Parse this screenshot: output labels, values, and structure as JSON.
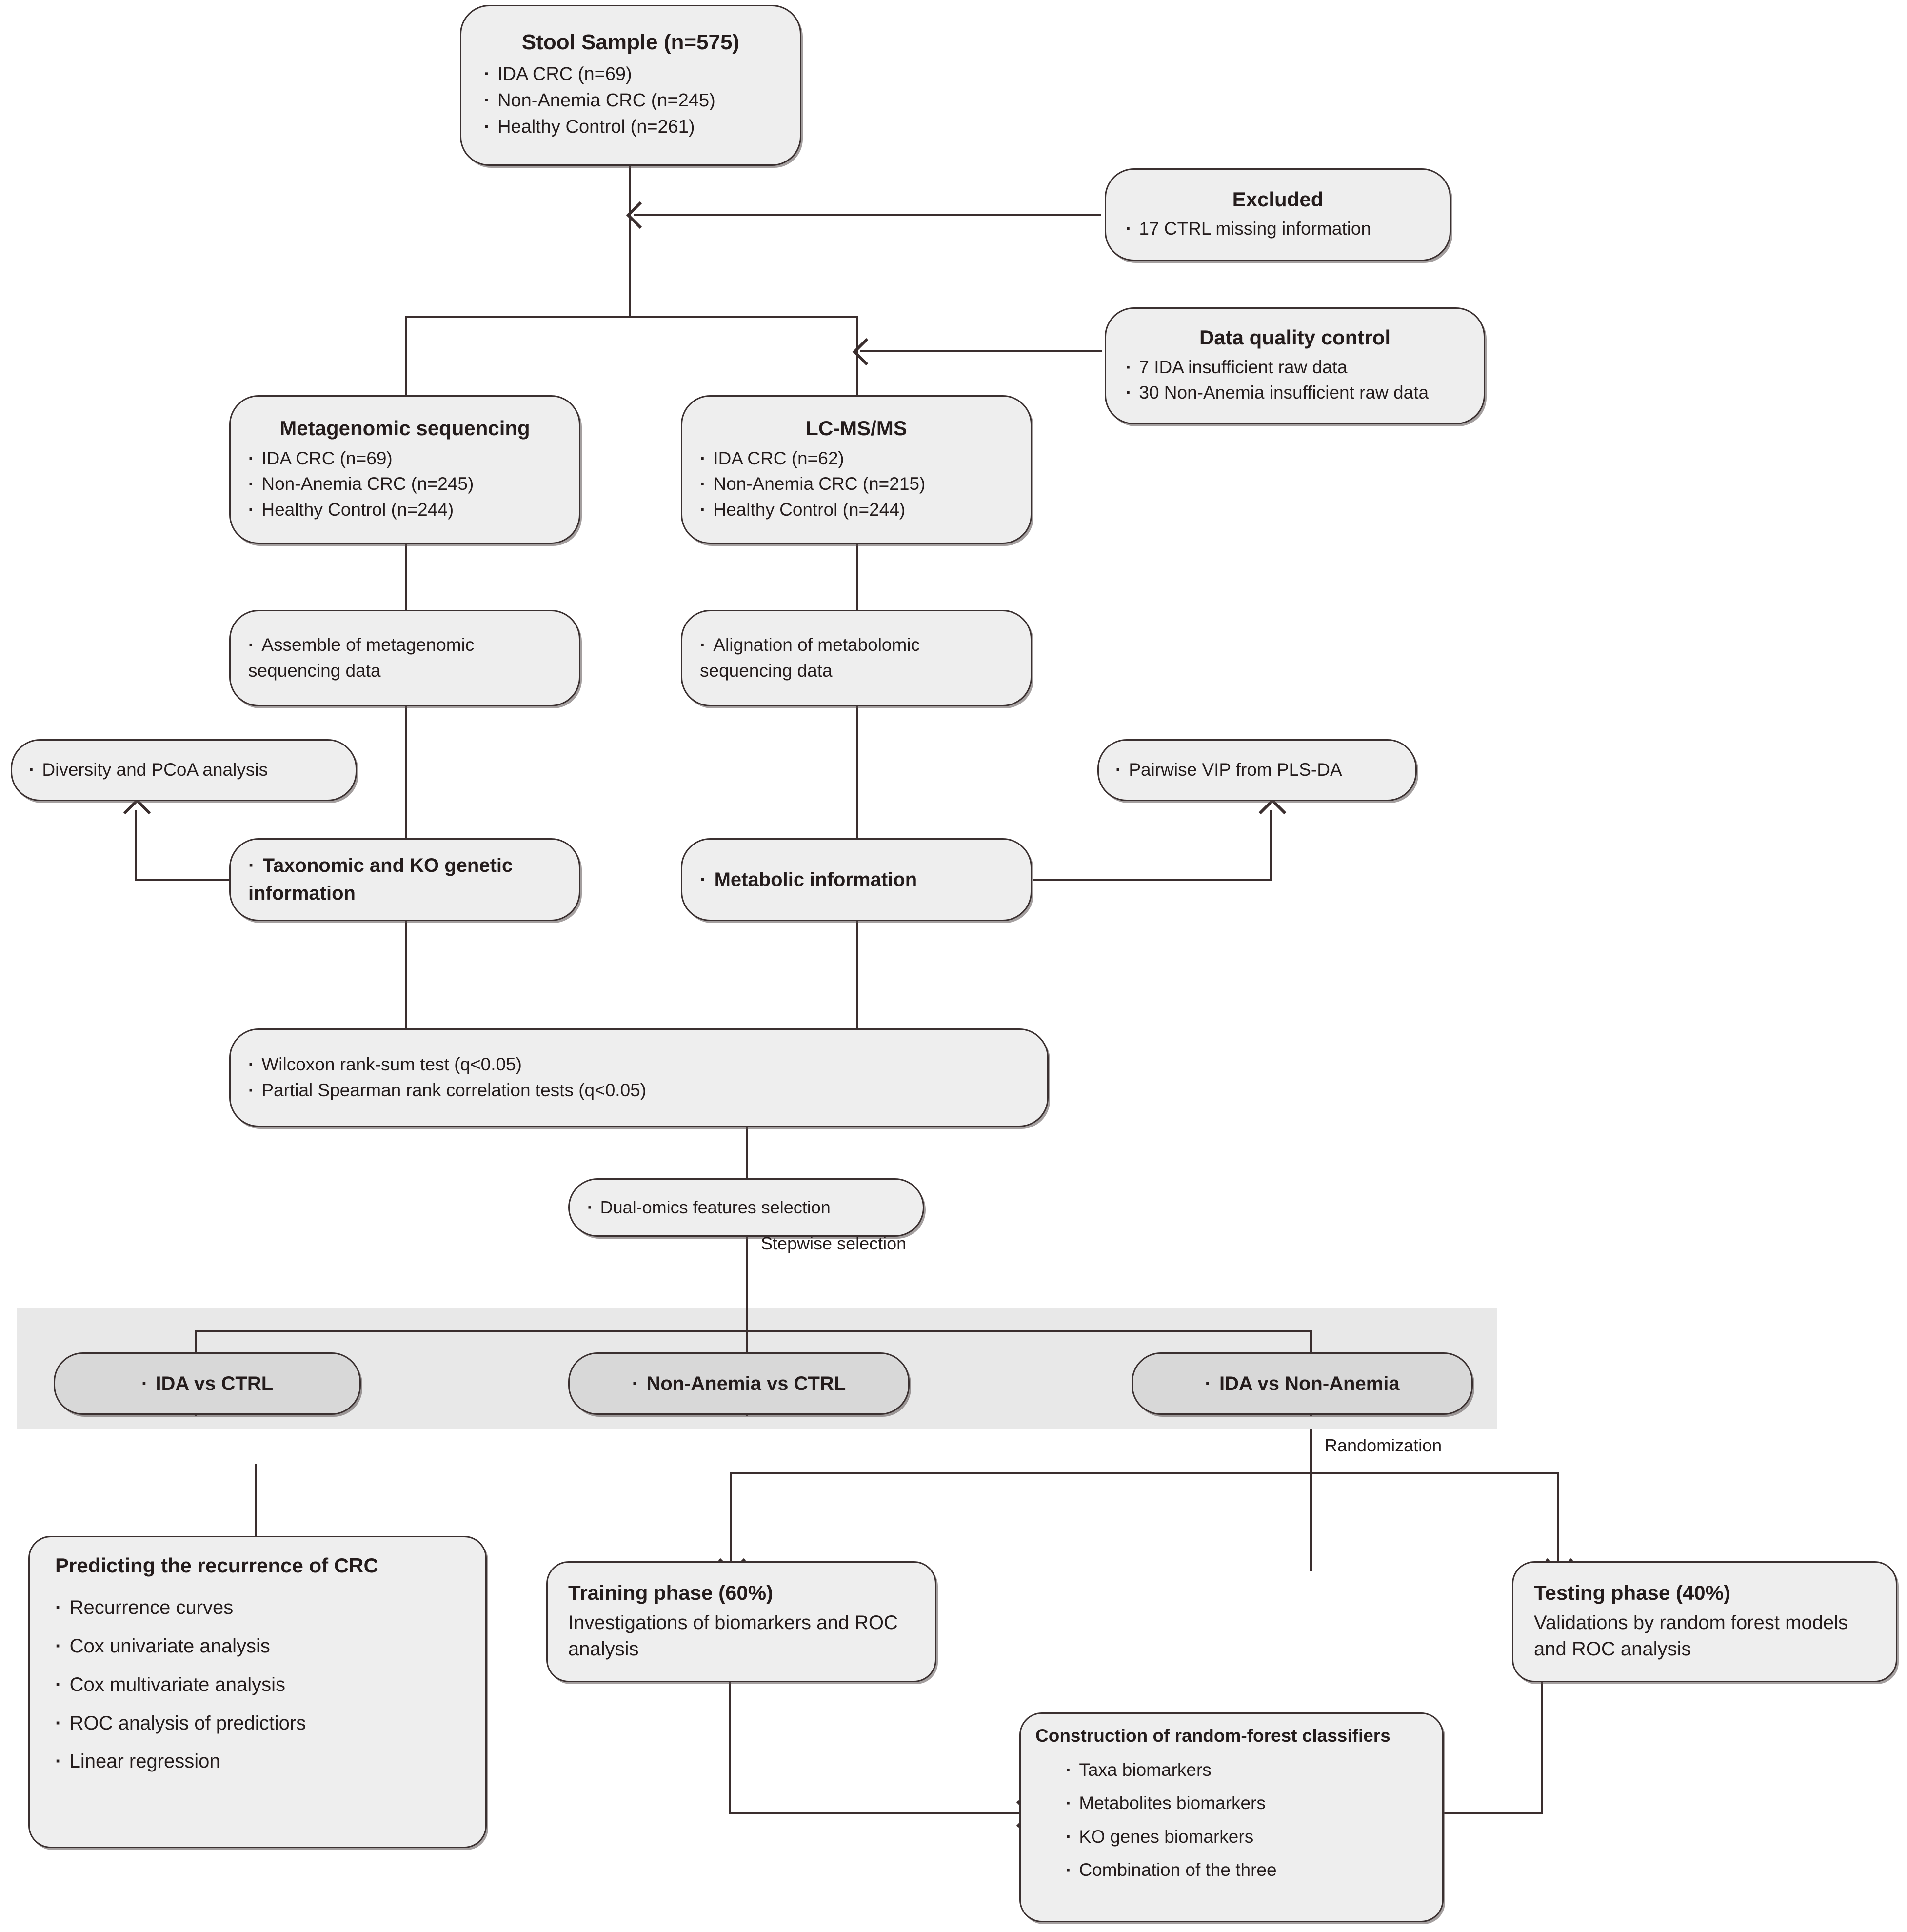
{
  "nodes": {
    "stool": {
      "title": "Stool Sample (n=575)",
      "items": [
        "IDA CRC (n=69)",
        "Non-Anemia CRC (n=245)",
        "Healthy Control (n=261)"
      ]
    },
    "excluded": {
      "title": "Excluded",
      "items": [
        "17 CTRL missing information"
      ]
    },
    "qc": {
      "title": "Data quality control",
      "items": [
        "7 IDA insufficient raw data",
        "30 Non-Anemia insufficient raw data"
      ]
    },
    "metagenomic": {
      "title": "Metagenomic sequencing",
      "items": [
        "IDA CRC (n=69)",
        "Non-Anemia CRC (n=245)",
        "Healthy Control (n=244)"
      ]
    },
    "lcms": {
      "title": "LC-MS/MS",
      "items": [
        "IDA CRC (n=62)",
        "Non-Anemia CRC (n=215)",
        "Healthy Control (n=244)"
      ]
    },
    "assemble": {
      "items": [
        "Assemble of metagenomic sequencing data"
      ]
    },
    "alignation": {
      "items": [
        "Alignation of metabolomic sequencing data"
      ]
    },
    "diversity": {
      "items": [
        "Diversity and PCoA analysis"
      ]
    },
    "vip": {
      "items": [
        "Pairwise VIP from PLS-DA"
      ]
    },
    "taxonomic": {
      "items": [
        "Taxonomic and KO genetic information"
      ]
    },
    "metabolic": {
      "items": [
        "Metabolic information"
      ]
    },
    "stats": {
      "items": [
        "Wilcoxon rank-sum test (q<0.05)",
        "Partial Spearman rank correlation tests  (q<0.05)"
      ]
    },
    "dualomics": {
      "items": [
        "Dual-omics features selection"
      ]
    },
    "cmp_ida_ctrl": {
      "items": [
        "IDA vs CTRL"
      ]
    },
    "cmp_nonanemia_ctrl": {
      "items": [
        "Non-Anemia vs CTRL"
      ]
    },
    "cmp_ida_nonanemia": {
      "items": [
        "IDA vs Non-Anemia"
      ]
    },
    "recurrence": {
      "title": "Predicting the recurrence of CRC",
      "items": [
        "Recurrence curves",
        "Cox univariate analysis",
        "Cox multivariate analysis",
        "ROC analysis of predictiors",
        "Linear regression"
      ]
    },
    "training": {
      "title": "Training phase (60%)",
      "body": "Investigations of biomarkers and ROC analysis"
    },
    "testing": {
      "title": "Testing phase (40%)",
      "body": "Validations by random forest models and ROC analysis"
    },
    "classifiers": {
      "title": "Construction of random-forest classifiers",
      "items": [
        "Taxa biomarkers",
        "Metabolites biomarkers",
        "KO genes biomarkers",
        "Combination of the three"
      ]
    }
  },
  "edge_labels": {
    "stepwise": "Stepwise selection",
    "randomization": "Randomization"
  },
  "colors": {
    "node_fill": "#eeeeee",
    "node_fill_gray": "#d8d8d8",
    "node_border": "#3a3030",
    "line": "#3a2e2e",
    "band": "#e8e8e8",
    "text": "#241c1c"
  }
}
